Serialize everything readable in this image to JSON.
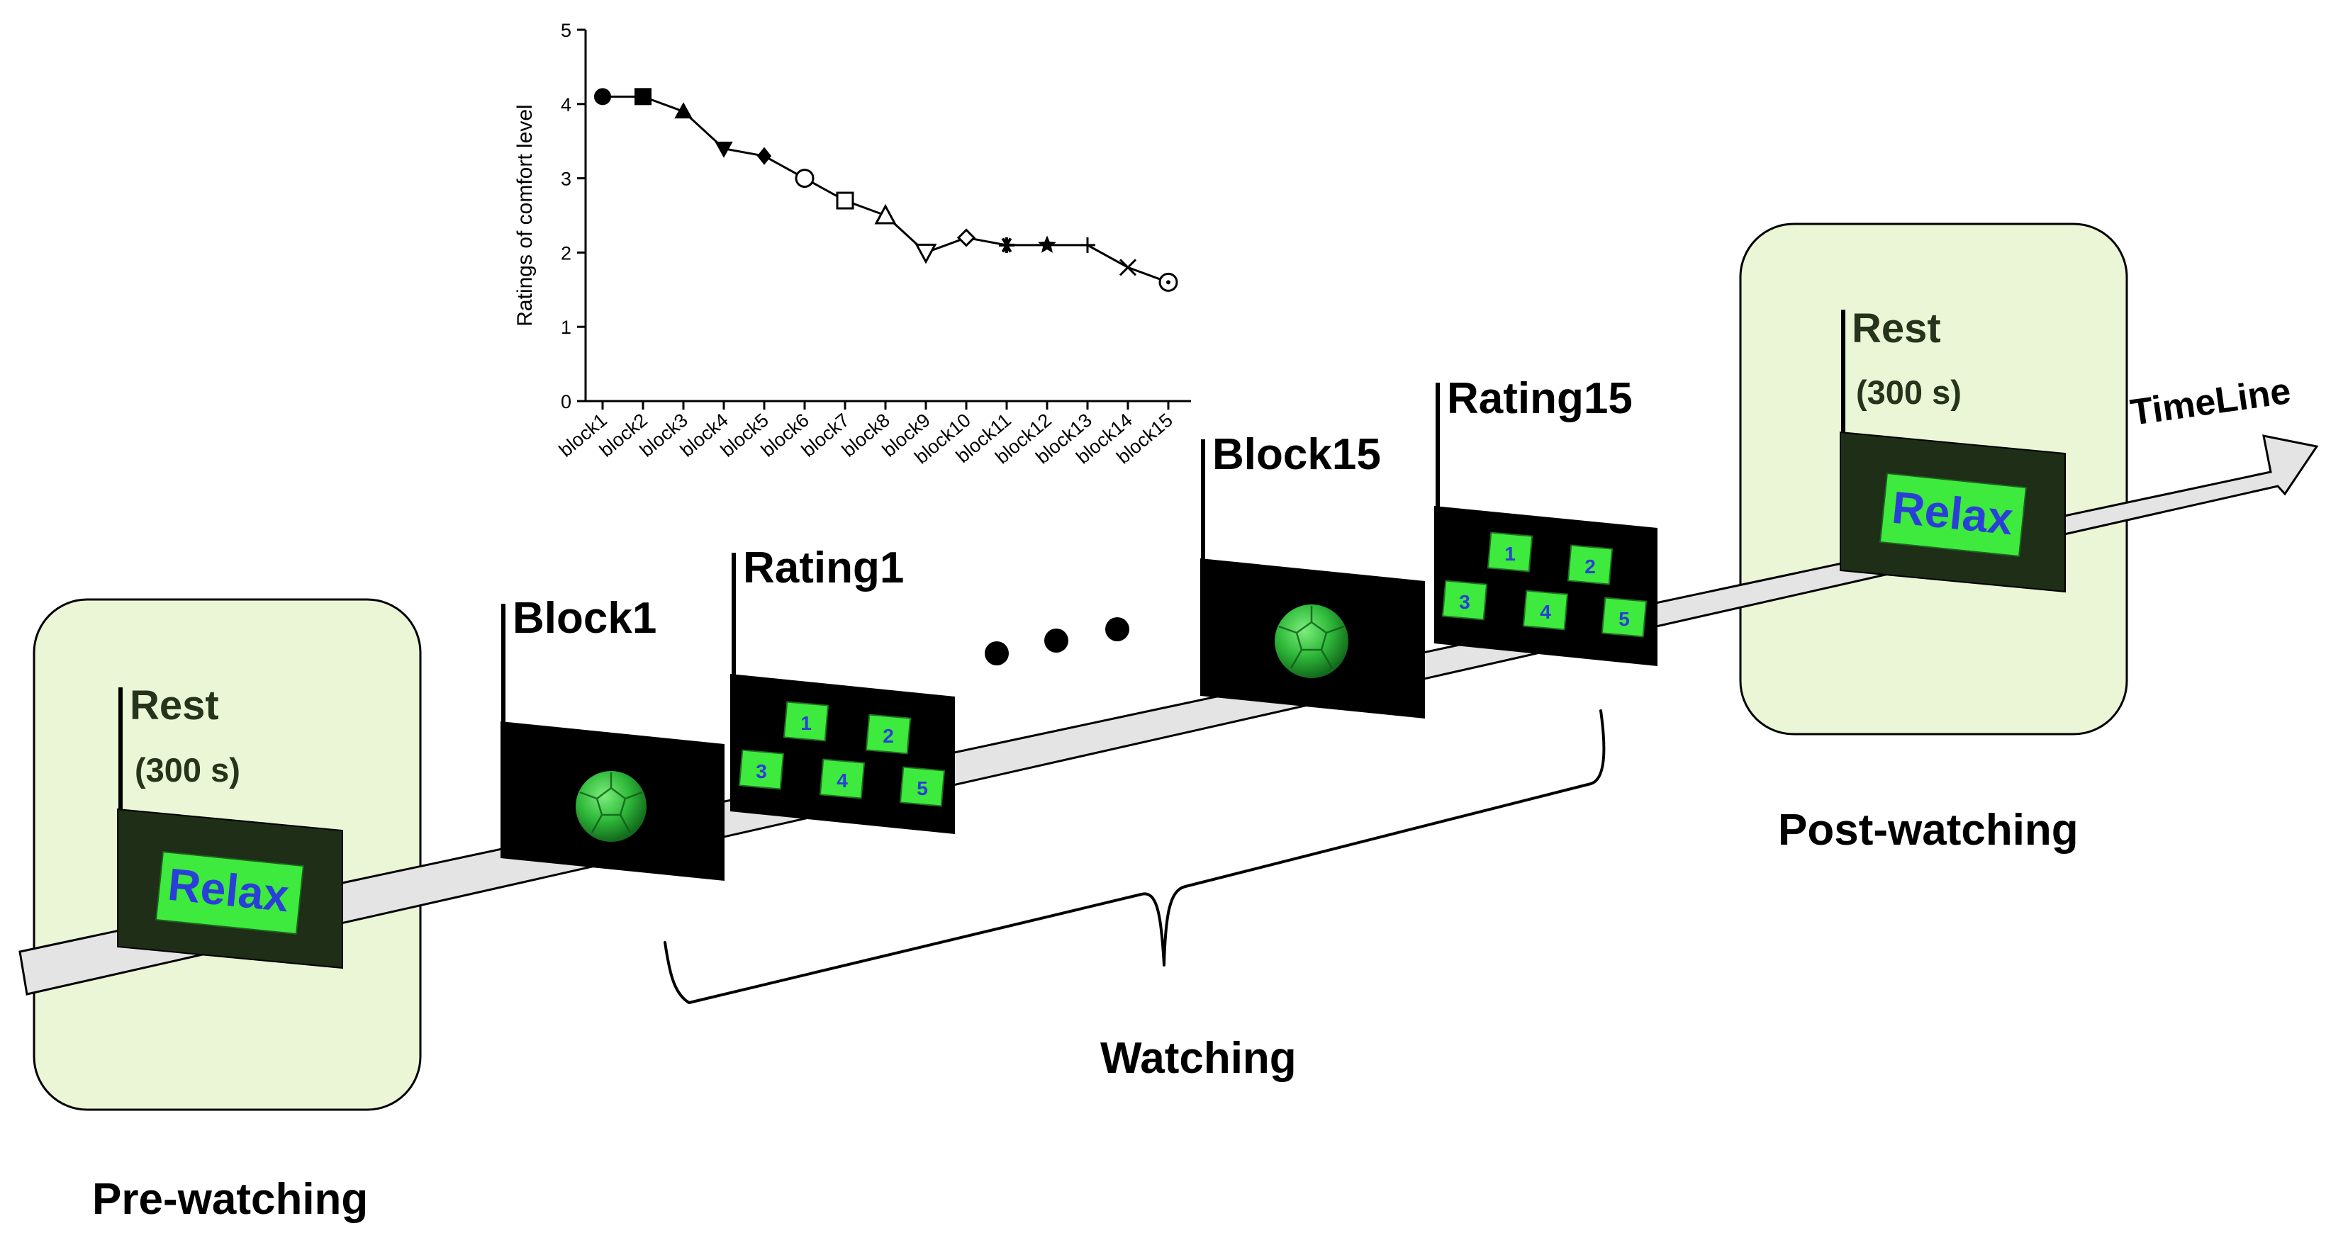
{
  "phases": {
    "pre": "Pre-watching",
    "watching": "Watching",
    "post": "Post-watching"
  },
  "timeline_label": "TimeLine",
  "rest_pre": {
    "title": "Rest",
    "duration": "(300 s)",
    "screen_text": "Relax"
  },
  "rest_post": {
    "title": "Rest",
    "duration": "(300 s)",
    "screen_text": "Relax"
  },
  "block_first": "Block1",
  "rating_first": "Rating1",
  "block_last": "Block15",
  "rating_last": "Rating15",
  "rating_buttons": [
    "1",
    "2",
    "3",
    "4",
    "5"
  ],
  "colors": {
    "rest_box_fill": "#eaf6d6",
    "screen_green": "#3dea3d",
    "relax_text": "#2a3fd8",
    "rest_title": "#26341c",
    "arrow_fill": "#e4e4e4"
  },
  "chart_data": {
    "type": "line",
    "ylabel": "Ratings of comfort  level",
    "xlabel": "",
    "categories": [
      "block1",
      "block2",
      "block3",
      "block4",
      "block5",
      "block6",
      "block7",
      "block8",
      "block9",
      "block10",
      "block11",
      "block12",
      "block13",
      "block14",
      "block15"
    ],
    "values": [
      4.1,
      4.1,
      3.9,
      3.4,
      3.3,
      3.0,
      2.7,
      2.5,
      2.0,
      2.2,
      2.1,
      2.1,
      2.1,
      1.8,
      1.6
    ],
    "markers": [
      "filled-circle",
      "filled-square",
      "filled-triangle-up",
      "filled-triangle-down",
      "filled-diamond",
      "open-circle",
      "open-square",
      "open-triangle-up",
      "open-triangle-down",
      "open-diamond",
      "asterisk",
      "star",
      "plus",
      "cross",
      "circled-dot"
    ],
    "ylim": [
      0,
      5
    ],
    "yticks": [
      0,
      1,
      2,
      3,
      4,
      5
    ],
    "grid": false,
    "legend": "none"
  }
}
